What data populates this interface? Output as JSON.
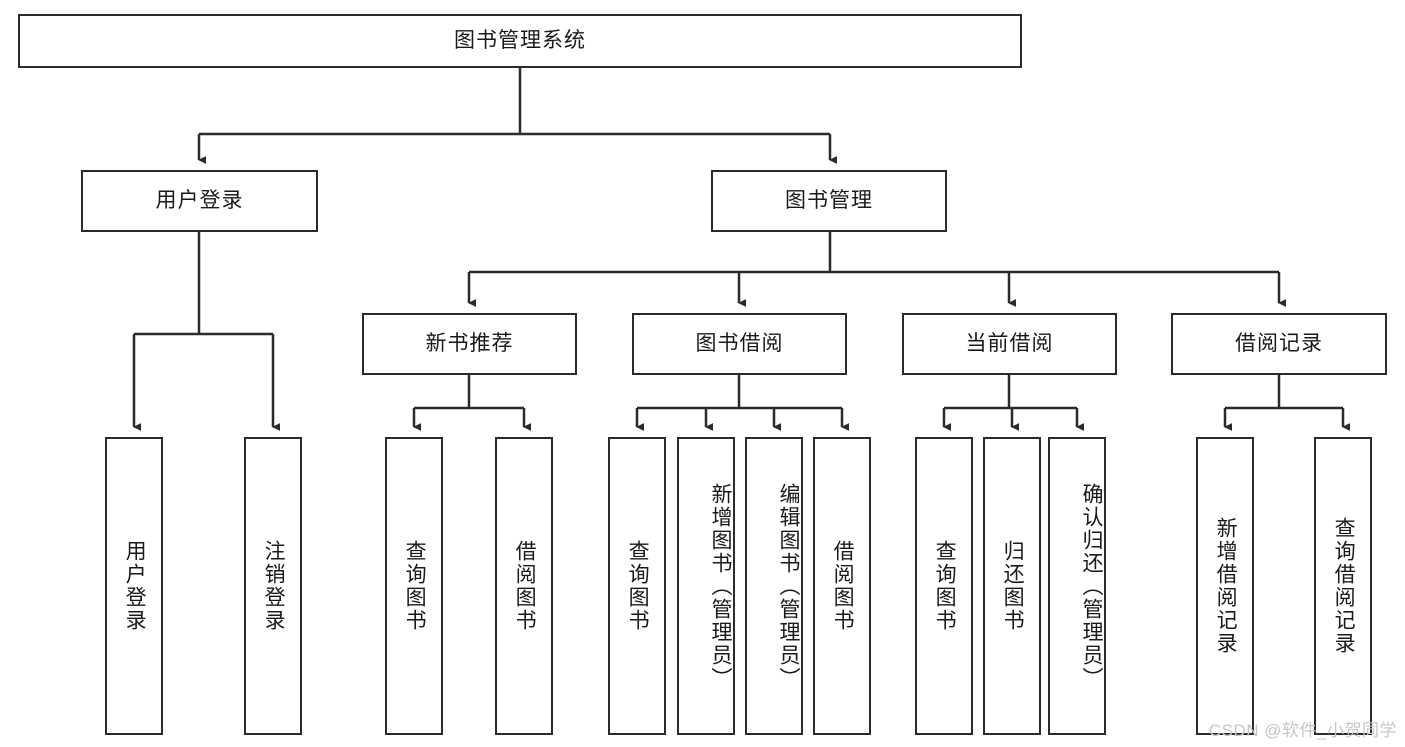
{
  "diagram": {
    "title": "图书管理系统",
    "type": "tree-hierarchy-chart",
    "root": {
      "label": "图书管理系统"
    },
    "level2": [
      {
        "label": "用户登录"
      },
      {
        "label": "图书管理"
      }
    ],
    "level3": [
      {
        "label": "新书推荐"
      },
      {
        "label": "图书借阅"
      },
      {
        "label": "当前借阅"
      },
      {
        "label": "借阅记录"
      }
    ],
    "leaves": {
      "user_login": [
        {
          "label": "用户登录"
        },
        {
          "label": "注销登录"
        }
      ],
      "new_book_recommend": [
        {
          "label": "查询图书"
        },
        {
          "label": "借阅图书"
        }
      ],
      "book_borrow": [
        {
          "label": "查询图书"
        },
        {
          "label": "新增图书（管理员）"
        },
        {
          "label": "编辑图书（管理员）"
        },
        {
          "label": "借阅图书"
        }
      ],
      "current_borrow": [
        {
          "label": "查询图书"
        },
        {
          "label": "归还图书"
        },
        {
          "label": "确认归还（管理员）"
        }
      ],
      "borrow_record": [
        {
          "label": "新增借阅记录"
        },
        {
          "label": "查询借阅记录"
        }
      ]
    }
  },
  "watermark": {
    "text": "CSDN @软件_小贺同学"
  },
  "colors": {
    "stroke": "#2b2b2b",
    "background": "#ffffff",
    "text": "#1a1a1a",
    "watermark": "#c6c6c6"
  }
}
